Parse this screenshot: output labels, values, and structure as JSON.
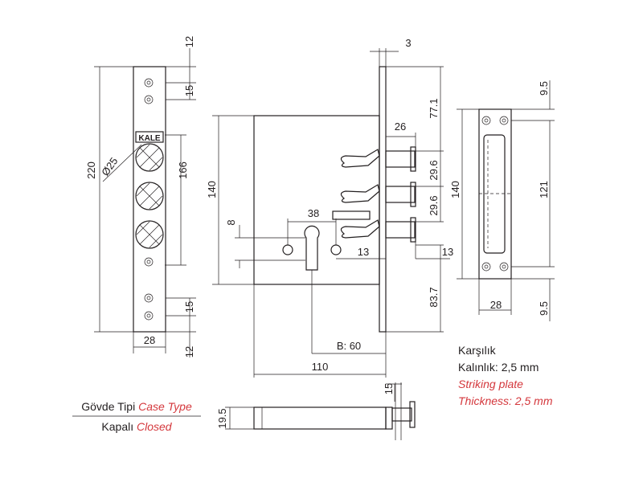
{
  "dimensions": {
    "faceplate_top_offset": "12",
    "top_screw_spacing": "15",
    "faceplate_length": "220",
    "cylinder_hole_diameter": "Ø25",
    "hole_span": "166",
    "faceplate_width": "28",
    "faceplate_bottom_offset": "12",
    "bottom_screw_spacing": "15",
    "faceplate_thickness": "3",
    "top_to_bolt": "77.1",
    "bolt_projection": "26",
    "body_height": "140",
    "bolt_pitch_1": "29.6",
    "bolt_pitch_2": "29.6",
    "follower_width": "38",
    "latch_offset": "8",
    "cylinder_offset_left": "13",
    "cylinder_offset_right": "13",
    "bottom_to_cylinder": "83.7",
    "backset": "B: 60",
    "body_depth": "110",
    "strike_top": "9.5",
    "strike_height_140": "140",
    "strike_hole_spacing": "121",
    "strike_width": "28",
    "strike_bottom": "9.5",
    "side_bolt_width": "15",
    "case_thickness": "19.5"
  },
  "logo": "KALE",
  "strike_note": {
    "tr_title": "Karşılık",
    "tr_thickness": "Kalınlık: 2,5 mm",
    "en_title": "Striking plate",
    "en_thickness": "Thickness: 2,5 mm"
  },
  "case_type": {
    "label_tr": "Gövde Tipi",
    "label_en": "Case Type",
    "value_tr": "Kapalı",
    "value_en": "Closed"
  },
  "colors": {
    "line": "#231f20",
    "accent": "#d4373c"
  }
}
